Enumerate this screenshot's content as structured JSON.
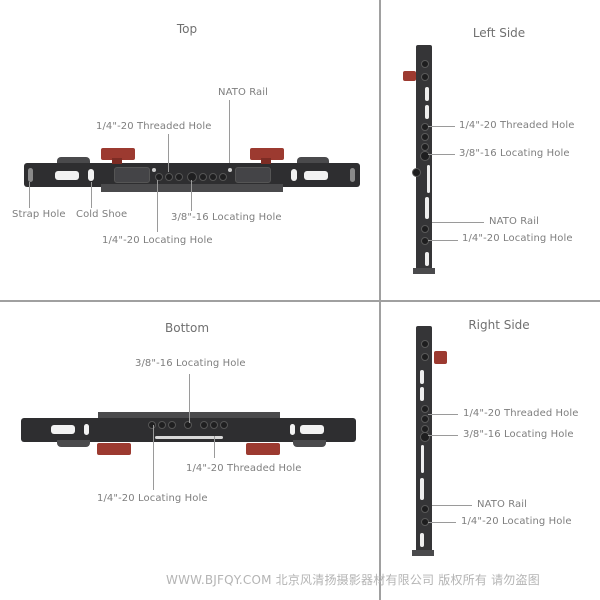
{
  "panels": {
    "top": {
      "title": "Top",
      "labels": {
        "nato_rail": "NATO Rail",
        "threaded_hole": "1/4\"-20 Threaded Hole",
        "strap_hole": "Strap Hole",
        "cold_shoe": "Cold Shoe",
        "locating_3_8": "3/8\"-16 Locating Hole",
        "locating_1_4": "1/4\"-20 Locating Hole"
      }
    },
    "left_side": {
      "title": "Left Side",
      "labels": {
        "threaded_hole": "1/4\"-20 Threaded Hole",
        "locating_3_8": "3/8\"-16 Locating Hole",
        "nato_rail": "NATO Rail",
        "locating_1_4": "1/4\"-20 Locating Hole"
      }
    },
    "bottom": {
      "title": "Bottom",
      "labels": {
        "locating_3_8": "3/8\"-16 Locating Hole",
        "threaded_hole": "1/4\"-20 Threaded Hole",
        "locating_1_4": "1/4\"-20 Locating Hole"
      }
    },
    "right_side": {
      "title": "Right Side",
      "labels": {
        "threaded_hole": "1/4\"-20 Threaded Hole",
        "locating_3_8": "3/8\"-16 Locating Hole",
        "nato_rail": "NATO Rail",
        "locating_1_4": "1/4\"-20 Locating Hole"
      }
    }
  },
  "watermark": "WWW.BJFQY.COM 北京风清扬摄影器材有限公司 版权所有 请勿盗图",
  "colors": {
    "bar": "#2e2e30",
    "knob": "#9c3a30",
    "label": "#7e7e7e",
    "divider": "#a0a0a0"
  }
}
